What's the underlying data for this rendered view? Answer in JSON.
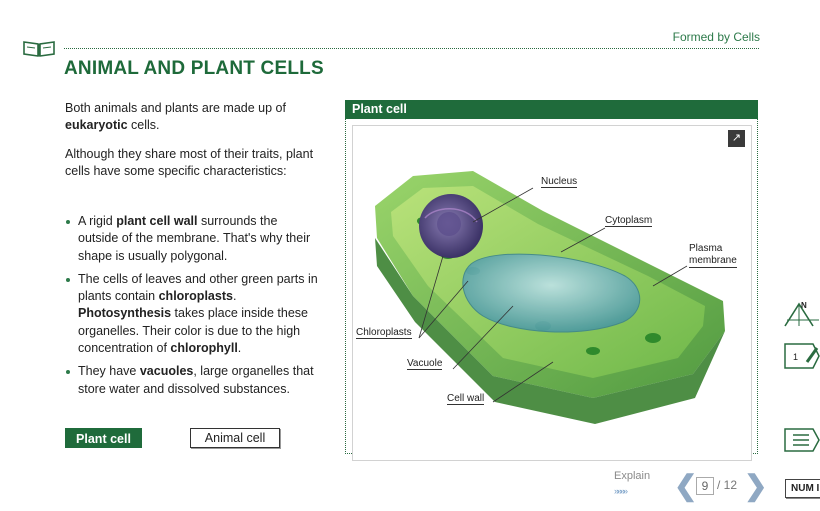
{
  "header": {
    "topic": "Formed by Cells",
    "title": "ANIMAL AND PLANT CELLS"
  },
  "content": {
    "intro_1": "Both animals and plants are made up of ",
    "intro_1_bold": "eukaryotic",
    "intro_1_end": " cells.",
    "intro_2": "Although they share most of their traits, plant cells have some specific characteristics:",
    "b1_a": "A rigid ",
    "b1_bold": "plant cell wall",
    "b1_b": " surrounds the outside of the membrane. That's why their shape is usually polygonal.",
    "b2_a": "The cells of leaves and other green parts in plants contain ",
    "b2_bold1": "chloroplasts",
    "b2_b": ". ",
    "b2_bold2": "Photosynthesis",
    "b2_c": " takes place inside these organelles. Their color is due to the high concentration of ",
    "b2_bold3": "chlorophyll",
    "b2_d": ".",
    "b3_a": "They have ",
    "b3_bold": "vacuoles",
    "b3_b": ", large organelles that store water and dissolved substances."
  },
  "buttons": {
    "plant": "Plant cell",
    "animal": "Animal cell"
  },
  "panel": {
    "title": "Plant cell",
    "labels": {
      "nucleus": "Nucleus",
      "cytoplasm": "Cytoplasm",
      "plasma_1": "Plasma",
      "plasma_2": "membrane",
      "chloroplasts": "Chloroplasts",
      "vacuole": "Vacuole",
      "cell_wall": "Cell wall"
    }
  },
  "footer": {
    "explain": "Explain",
    "explain_arrows": "»»»»",
    "page_current": "9",
    "page_total": "/ 12",
    "num_label": "NUM I"
  },
  "colors": {
    "brand_green": "#1f6b3b",
    "title_green": "#1e6a3a",
    "nav_blue": "#8fa8c3"
  }
}
